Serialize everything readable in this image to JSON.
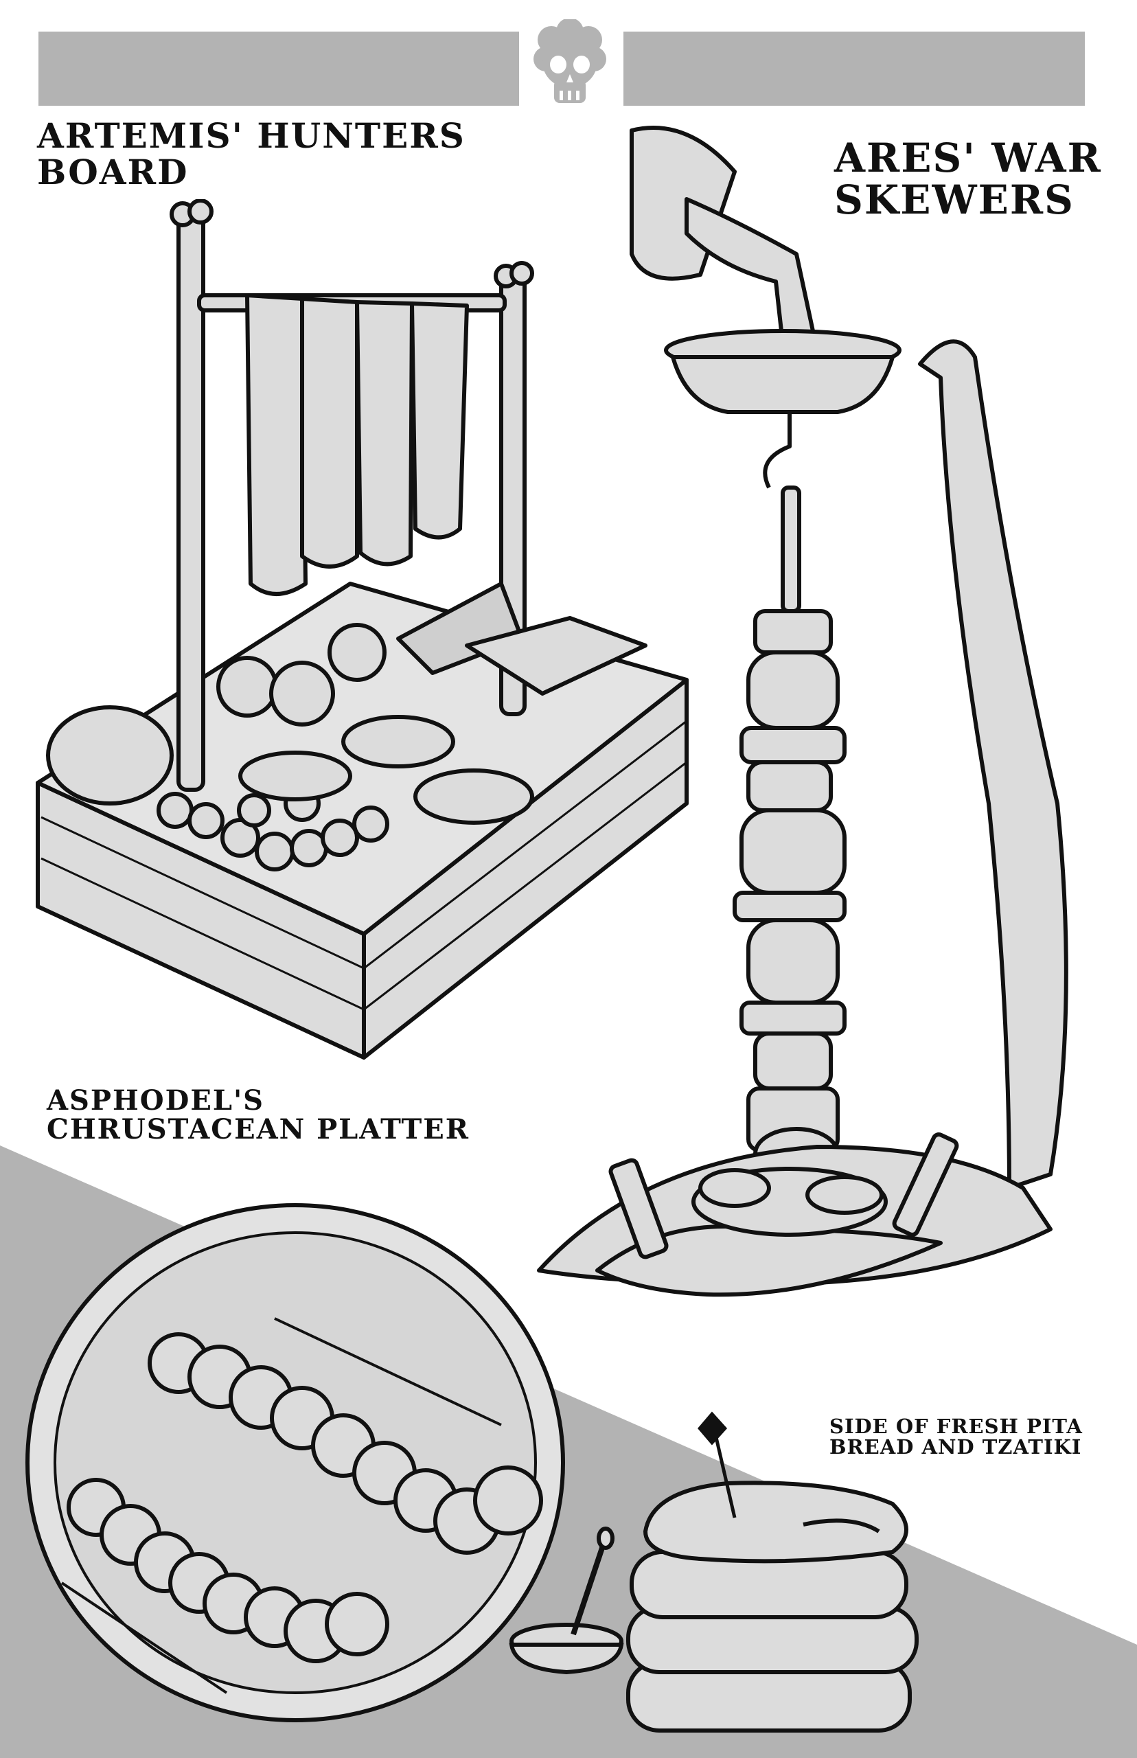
{
  "header": {
    "bar_color": "#b3b3b3",
    "skull_icon": "skull-icon"
  },
  "background": {
    "diagonal_color": "#b3b3b3"
  },
  "sections": {
    "artemis": {
      "title_line1": "Artemis' Hunters",
      "title_line2": "Board"
    },
    "ares": {
      "title_line1": "Ares' War",
      "title_line2": "Skewers"
    },
    "asphodel": {
      "title_line1": "Asphodel's",
      "title_line2": "Chrustacean Platter"
    },
    "pita": {
      "title_line1": "Side of Fresh Pita",
      "title_line2": "Bread and Tzatiki"
    }
  }
}
